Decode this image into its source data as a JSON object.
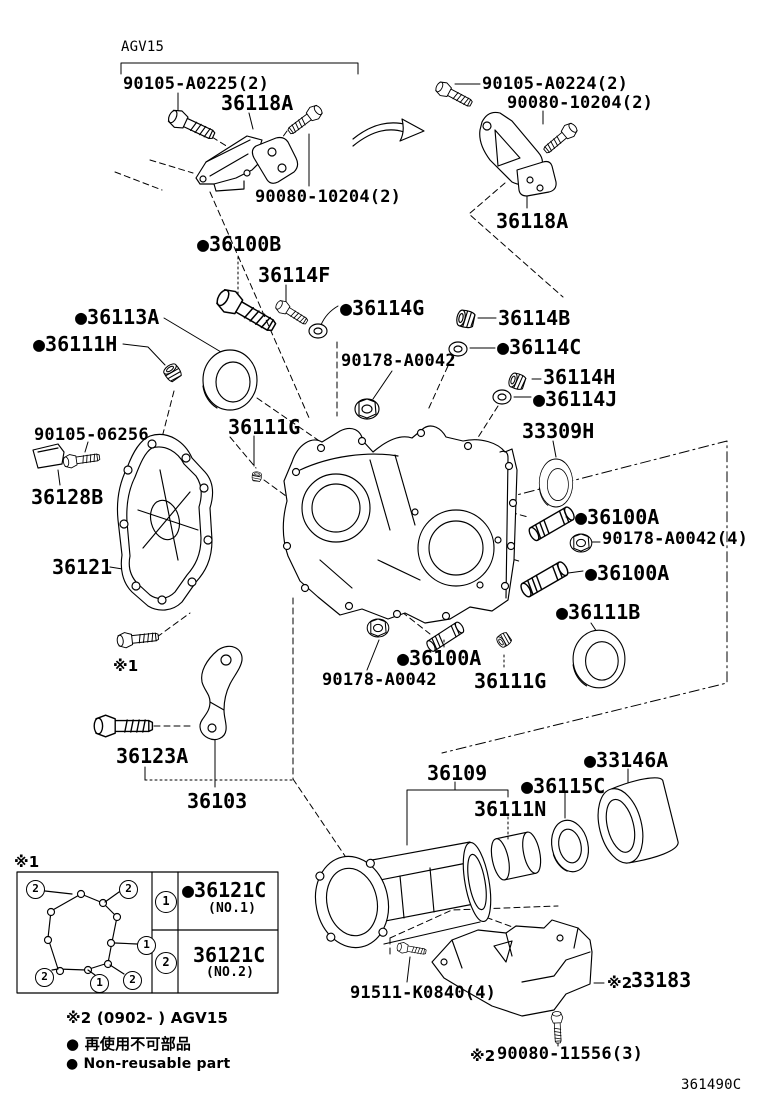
{
  "header": {
    "model_code": "AGV15",
    "drawing_code": "361490C"
  },
  "markers": {
    "note1": "※1",
    "note2": "※2"
  },
  "labels": {
    "agv15": "AGV15",
    "p90105a0225": "90105-A0225(2)",
    "p36118a_l": "36118A",
    "p90080_10204_l": "90080-10204(2)",
    "p90105a0224": "90105-A0224(2)",
    "p90080_10204_r": "90080-10204(2)",
    "p36118a_r": "36118A",
    "p36100b": "●36100B",
    "p36114f": "36114F",
    "p36113a": "●36113A",
    "p36111h": "●36111H",
    "p36114g": "●36114G",
    "p36114b": "36114B",
    "p90178a0042_top": "90178-A0042",
    "p36114c": "●36114C",
    "p36114h": "36114H",
    "p36114j": "●36114J",
    "p33309h": "33309H",
    "p90105_06256": "90105-06256",
    "p36128b": "36128B",
    "p36111g_top": "36111G",
    "p36121": "36121",
    "p36100a_1": "●36100A",
    "p90178a0042_4": "90178-A0042(4)",
    "p36100a_2": "●36100A",
    "p36111b": "●36111B",
    "p36100a_3": "●36100A",
    "p90178a0042_bot": "90178-A0042",
    "p36111g_bot": "36111G",
    "p36123a": "36123A",
    "p36103": "36103",
    "p36109": "36109",
    "p36115c": "●36115C",
    "p33146a": "●33146A",
    "p36111n": "36111N",
    "p91511k0840": "91511-K0840(4)",
    "p33183": "33183",
    "p90080_11556": "90080-11556(3)",
    "code": "361490C"
  },
  "table": {
    "marker": "※1",
    "rows": [
      {
        "key": "1",
        "part": "●36121C",
        "no": "(NO.1)"
      },
      {
        "key": "2",
        "part": "36121C",
        "no": "(NO.2)"
      }
    ],
    "pattern": [
      "2",
      "2",
      "1",
      "2",
      "1",
      "2"
    ]
  },
  "footnotes": {
    "note2": "※2 (0902-      ) AGV15",
    "nonreusable_jp": "● 再使用不可部品",
    "nonreusable_en": "● Non-reusable part"
  }
}
